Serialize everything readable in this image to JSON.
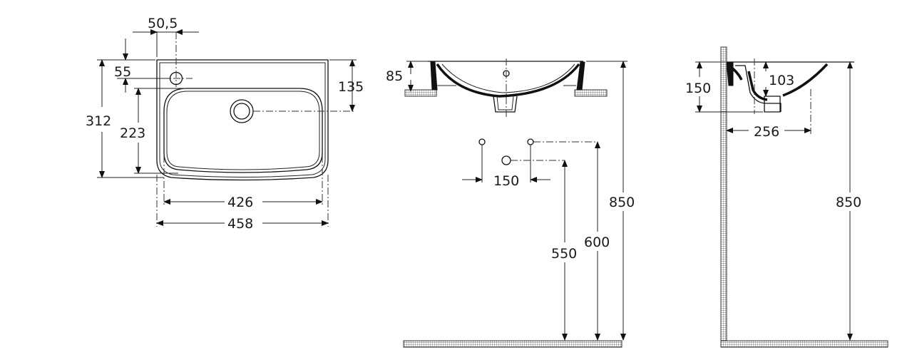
{
  "top_view": {
    "tap_offset": "50,5",
    "tap_from_back": "55",
    "drain_from_back": "135",
    "overall_depth": "312",
    "bowl_depth": "223",
    "bowl_width": "426",
    "overall_width": "458"
  },
  "front_view": {
    "rim_height": "85",
    "tap_spacing": "150",
    "waste_height": "550",
    "supply_height": "600",
    "install_height": "850"
  },
  "side_view": {
    "depth": "150",
    "bowl_depth": "103",
    "projection": "256",
    "install_height": "850"
  }
}
